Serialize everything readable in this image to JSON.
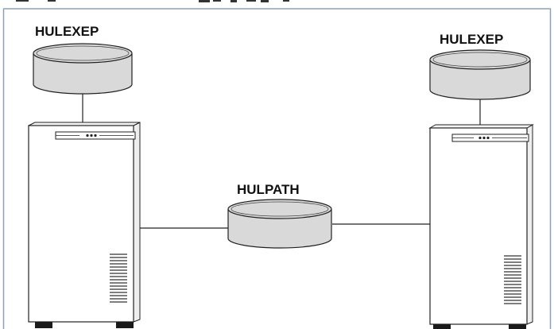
{
  "diagram": {
    "nodes": {
      "db_left": {
        "label": "HULEXEP",
        "shape": "database-cylinder",
        "fill": "#d9d9d9"
      },
      "db_right": {
        "label": "HULEXEP",
        "shape": "database-cylinder",
        "fill": "#d9d9d9"
      },
      "db_center": {
        "label": "HULPATH",
        "shape": "database-cylinder",
        "fill": "#d9d9d9"
      },
      "server_left": {
        "shape": "server-tower"
      },
      "server_right": {
        "shape": "server-tower"
      }
    },
    "edges": [
      {
        "from": "db_left",
        "to": "server_left"
      },
      {
        "from": "db_right",
        "to": "server_right"
      },
      {
        "from": "server_left",
        "to": "db_center"
      },
      {
        "from": "db_center",
        "to": "server_right"
      }
    ]
  },
  "colors": {
    "frame_border": "#8ea0b8",
    "stroke": "#222222",
    "cylinder_fill": "#d9d9d9",
    "server_fill": "#ffffff",
    "vent": "#333333"
  }
}
